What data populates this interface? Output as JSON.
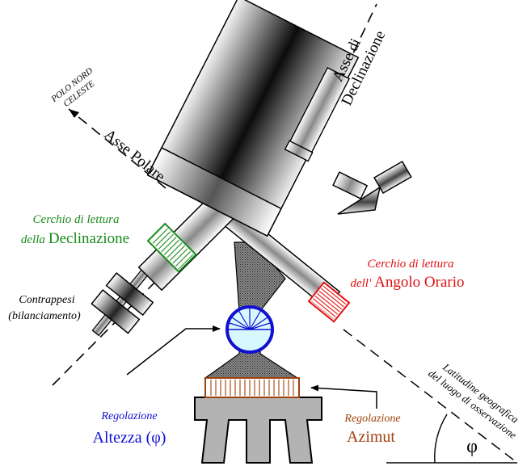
{
  "labels": {
    "polo_nord_line1": "POLO NORD",
    "polo_nord_line2": "CELESTE",
    "asse_polare": "Asse Polare",
    "asse_decl_line1": "Asse di",
    "asse_decl_line2": "Declinazione",
    "cerchio_decl_line1": "Cerchio di lettura",
    "cerchio_decl_line2_italic": "della",
    "cerchio_decl_line2_normal": "Declinazione",
    "cerchio_ora_line1": "Cerchio di lettura",
    "cerchio_ora_line2_italic": "dell'",
    "cerchio_ora_line2_normal": "Angolo Orario",
    "contrappesi_line1": "Contrappesi",
    "contrappesi_line2": "(bilanciamento)",
    "reg_alt_line1": "Regolazione",
    "reg_alt_line2": "Altezza (φ)",
    "reg_az_line1": "Regolazione",
    "reg_az_line2": "Azimut",
    "latitudine_line1": "Latitudine geografica",
    "latitudine_line2": "del luogo di osservazione",
    "phi": "φ"
  },
  "colors": {
    "declination_circle": "#1a8a1a",
    "hour_angle_circle": "#e01010",
    "altitude": "#1010d0",
    "azimuth": "#a0400a",
    "altitude_disc_fill": "#d8f8ff"
  }
}
